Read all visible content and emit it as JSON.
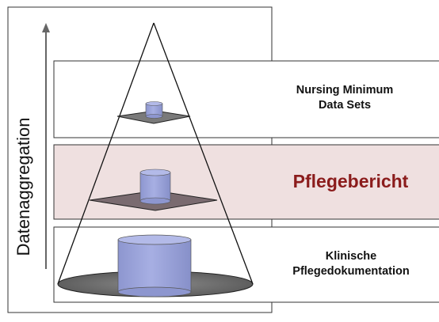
{
  "axis": {
    "label": "Datenaggregation"
  },
  "levels": [
    {
      "lines": [
        "Nursing Minimum",
        "Data Sets"
      ]
    },
    {
      "lines": [
        "Pflegebericht"
      ]
    },
    {
      "lines": [
        "Klinische",
        "Pflegedokumentation"
      ]
    }
  ],
  "colors": {
    "highlight_band": "#efe0e0",
    "highlight_text": "#8b1c1c",
    "cylinder": "#9aa3db",
    "plate": "#6e6e6e"
  }
}
